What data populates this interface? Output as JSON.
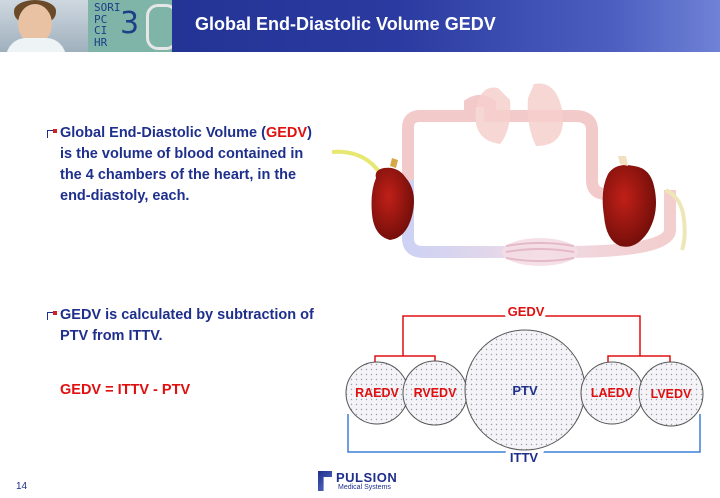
{
  "header": {
    "title": "Global End-Diastolic Volume GEDV",
    "thumbnail": {
      "monitor_lines": "SORI\nPC\nCI\nHR",
      "monitor_number": "3"
    },
    "colors": {
      "bar": "#1e2f8c",
      "accent_red": "#e01010"
    }
  },
  "bullets": [
    {
      "lead": "Global End-Diastolic Volume (",
      "highlight": "GEDV",
      "tail": ")",
      "lines": [
        "is the volume of blood contained in",
        "the 4 chambers of the heart, in the",
        "end-diastoly, each."
      ]
    },
    {
      "lines": [
        "GEDV is calculated by subtraction of",
        "PTV from ITTV."
      ]
    }
  ],
  "formula": "GEDV = ITTV - PTV",
  "diagram": {
    "gedv_label": "GEDV",
    "ittv_label": "ITTV",
    "compartments": [
      "RAEDV",
      "RVEDV",
      "PTV",
      "LAEDV",
      "LVEDV"
    ]
  },
  "footer": {
    "page_number": "14",
    "logo_name": "PULSION",
    "logo_sub": "Medical Systems"
  }
}
